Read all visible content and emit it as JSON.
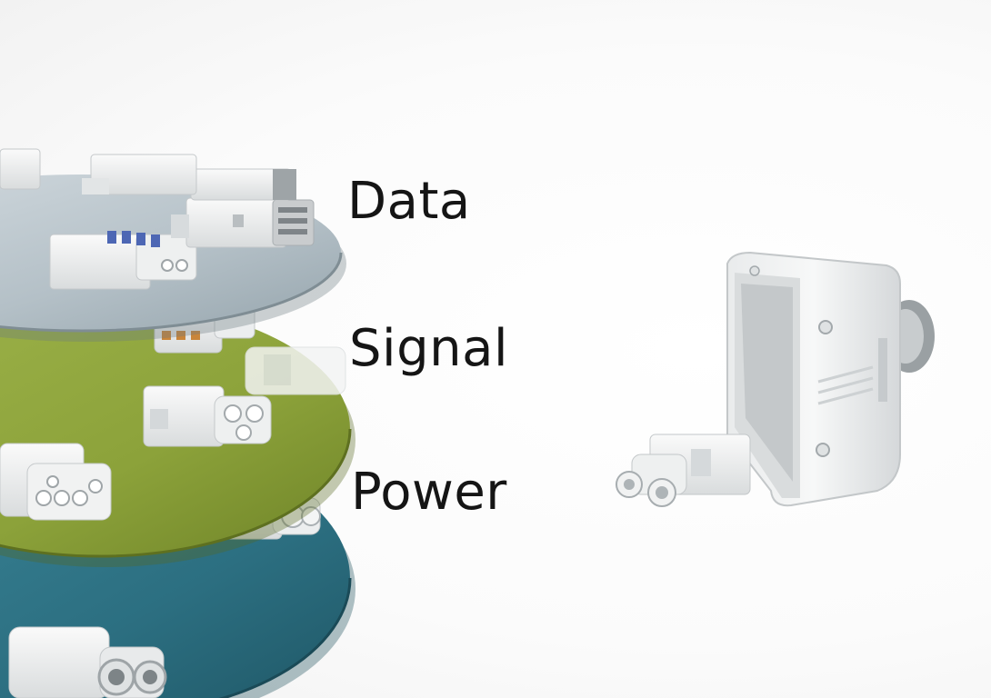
{
  "layers": {
    "data_label": "Data",
    "signal_label": "Signal",
    "power_label": "Power"
  },
  "colors": {
    "data_disc": "#b9c4ca",
    "signal_disc": "#8ea43a",
    "power_disc": "#2f7486",
    "connector_body": "#eef0f0",
    "text": "#151515"
  }
}
